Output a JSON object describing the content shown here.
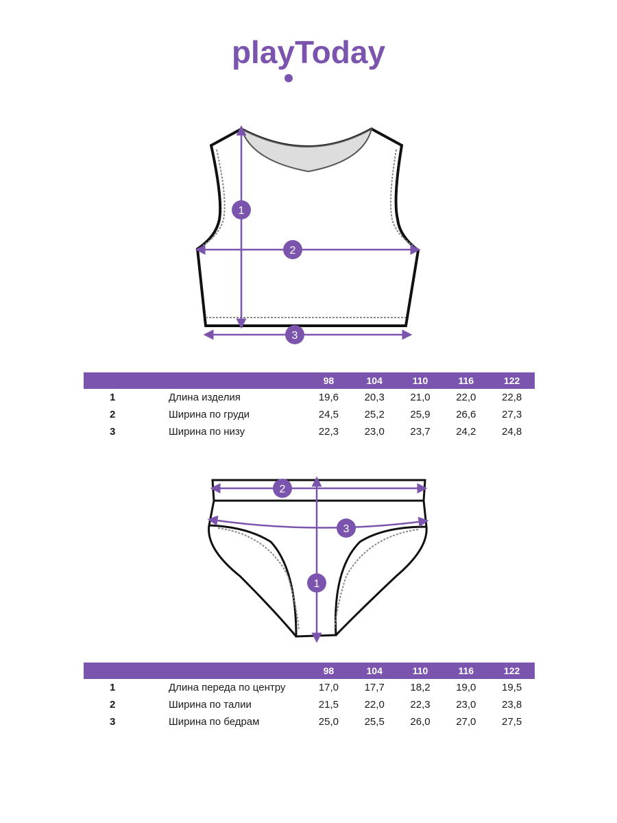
{
  "brand": {
    "logo_text": "playToday",
    "accent_color": "#7b55ad"
  },
  "top": {
    "markers": [
      "1",
      "2",
      "3"
    ],
    "table": {
      "sizes": [
        "98",
        "104",
        "110",
        "116",
        "122"
      ],
      "rows": [
        {
          "num": "1",
          "label": "Длина изделия",
          "values": [
            "19,6",
            "20,3",
            "21,0",
            "22,0",
            "22,8"
          ]
        },
        {
          "num": "2",
          "label": "Ширина по груди",
          "values": [
            "24,5",
            "25,2",
            "25,9",
            "26,6",
            "27,3"
          ]
        },
        {
          "num": "3",
          "label": "Ширина по низу",
          "values": [
            "22,3",
            "23,0",
            "23,7",
            "24,2",
            "24,8"
          ]
        }
      ]
    }
  },
  "briefs": {
    "markers": [
      "1",
      "2",
      "3"
    ],
    "table": {
      "sizes": [
        "98",
        "104",
        "110",
        "116",
        "122"
      ],
      "rows": [
        {
          "num": "1",
          "label": "Длина переда по центру",
          "values": [
            "17,0",
            "17,7",
            "18,2",
            "19,0",
            "19,5"
          ]
        },
        {
          "num": "2",
          "label": "Ширина по талии",
          "values": [
            "21,5",
            "22,0",
            "22,3",
            "23,0",
            "23,8"
          ]
        },
        {
          "num": "3",
          "label": "Ширина по бедрам",
          "values": [
            "25,0",
            "25,5",
            "26,0",
            "27,0",
            "27,5"
          ]
        }
      ]
    }
  }
}
